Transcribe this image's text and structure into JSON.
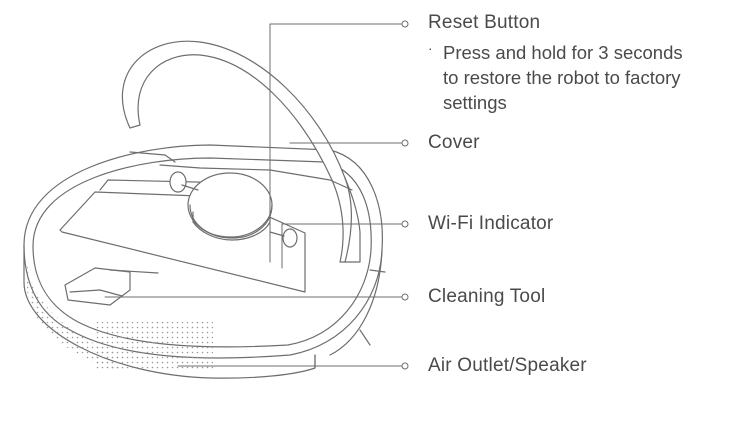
{
  "labels": {
    "reset_button": "Reset Button",
    "reset_note": {
      "bullet": "·",
      "lines": [
        "Press and hold for 3 seconds",
        "to restore the robot to factory",
        "settings"
      ]
    },
    "cover": "Cover",
    "wifi_indicator": "Wi-Fi Indicator",
    "cleaning_tool": "Cleaning Tool",
    "air_outlet_speaker": "Air Outlet/Speaker"
  },
  "colors": {
    "line": "#6e6e6e",
    "text": "#4a4a4a"
  }
}
